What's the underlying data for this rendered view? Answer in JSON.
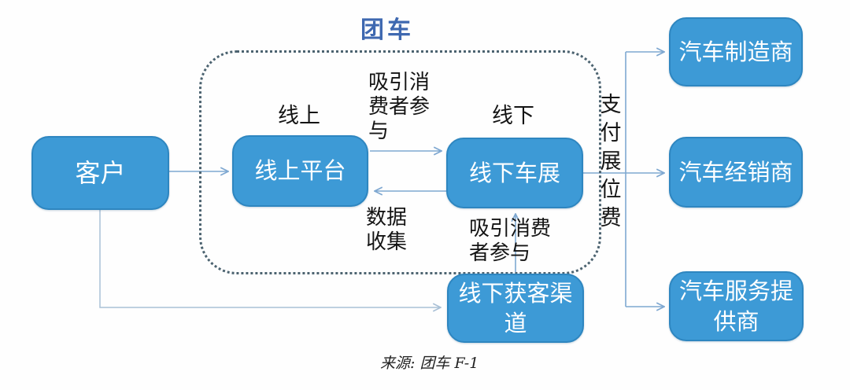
{
  "title": {
    "text": "团车"
  },
  "nodes": {
    "customer": {
      "label": "客户"
    },
    "online_platform": {
      "label": "线上平台"
    },
    "offline_auto_show": {
      "label": "线下车展"
    },
    "offline_acquisition_channel": {
      "label": "线下获客渠道"
    },
    "auto_manufacturer": {
      "label": "汽车制造商"
    },
    "auto_dealer": {
      "label": "汽车经销商"
    },
    "auto_service_provider": {
      "label": "汽车服务提供商"
    }
  },
  "labels": {
    "online": "线上",
    "offline": "线下",
    "attract_consumers_top": "吸引消费者参与",
    "data_collection": "数据收集",
    "attract_consumers_bottom": "吸引消费者参与",
    "pay_booth_fee": "支付展位费"
  },
  "source": "来源: 团车 F-1",
  "colors": {
    "node_fill": "#3D9AD6",
    "node_border": "#2E86C0",
    "node_text": "#FFFFFF",
    "connector": "#7FA8D1",
    "connector_light": "#A9C0D6",
    "dotted_border": "#4C6370",
    "title_blue": "#3E68B0",
    "label_text": "#141414"
  }
}
